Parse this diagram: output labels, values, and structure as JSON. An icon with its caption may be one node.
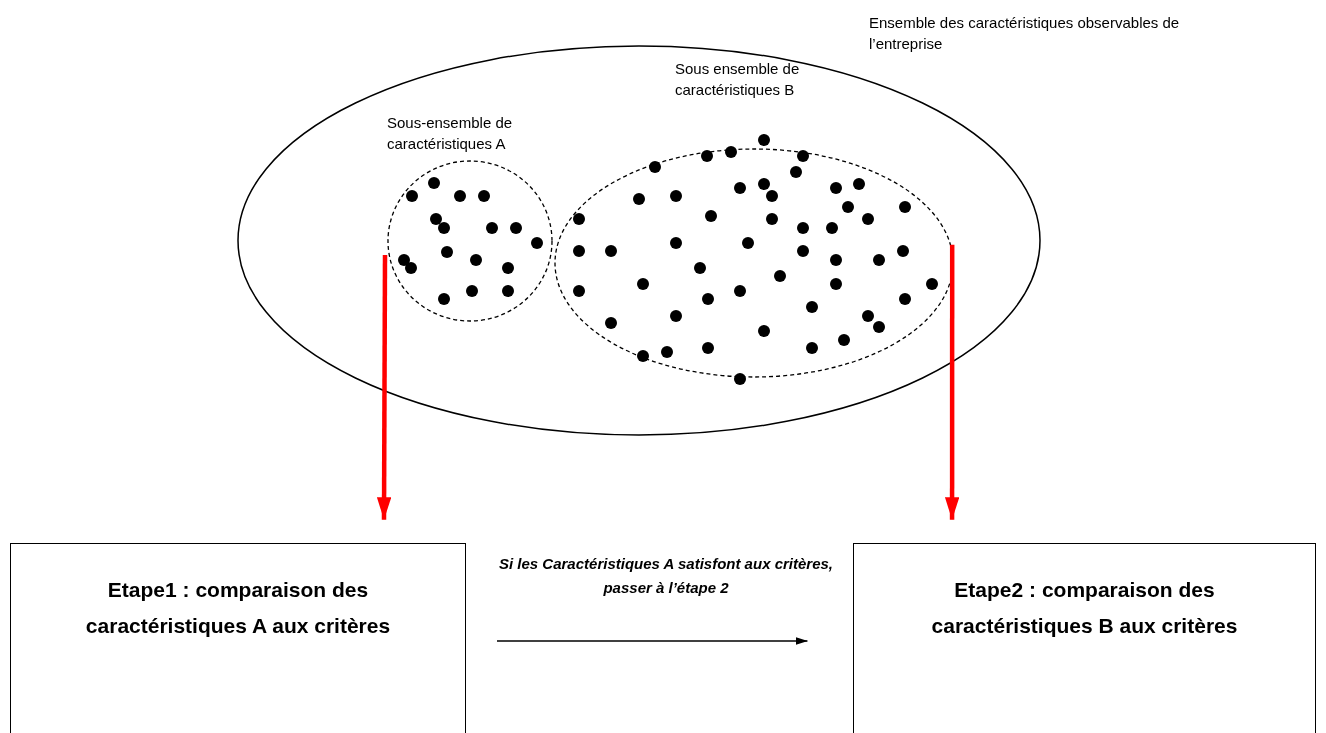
{
  "diagram": {
    "nodes": [
      {
        "text": [
          "Ensemble des caractéristiques observables de l’entreprise"
        ]
      },
      {
        "text": [
          "Sous-ensemble de caractéristiques A"
        ],
        "in": 0
      },
      {
        "text": [
          "Sous ensemble de caractéristiques B"
        ],
        "in": 0
      },
      {
        "text": [
          "Etape1 : comparaison des caractéristiques A aux critères"
        ]
      },
      {
        "text": [
          "Etape2 : comparaison des caractéristiques B aux critères"
        ]
      }
    ],
    "edges": [
      {
        "from": 1,
        "to": 3,
        "arrow": "to"
      },
      {
        "from": 2,
        "to": 4,
        "arrow": "to"
      },
      {
        "from": 3,
        "to": 4,
        "arrow": "to",
        "color": "#000000",
        "label": "Si les Caractéristiques A satisfont aux critères, passer à l’étape 2"
      }
    ]
  }
}
